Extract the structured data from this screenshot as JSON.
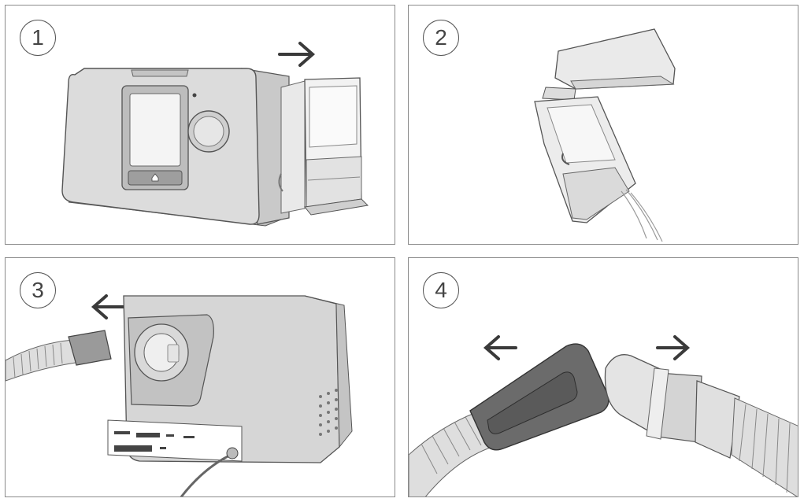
{
  "steps": [
    {
      "number": "1"
    },
    {
      "number": "2"
    },
    {
      "number": "3"
    },
    {
      "number": "4"
    }
  ],
  "colors": {
    "border": "#8a8a8a",
    "device_body": "#d9d9d9",
    "device_shade": "#bdbdbd",
    "outline": "#555555",
    "tank_plastic": "#eeeeee",
    "cuff_dark": "#6b6b6b",
    "arrow": "#3a3a3a"
  }
}
